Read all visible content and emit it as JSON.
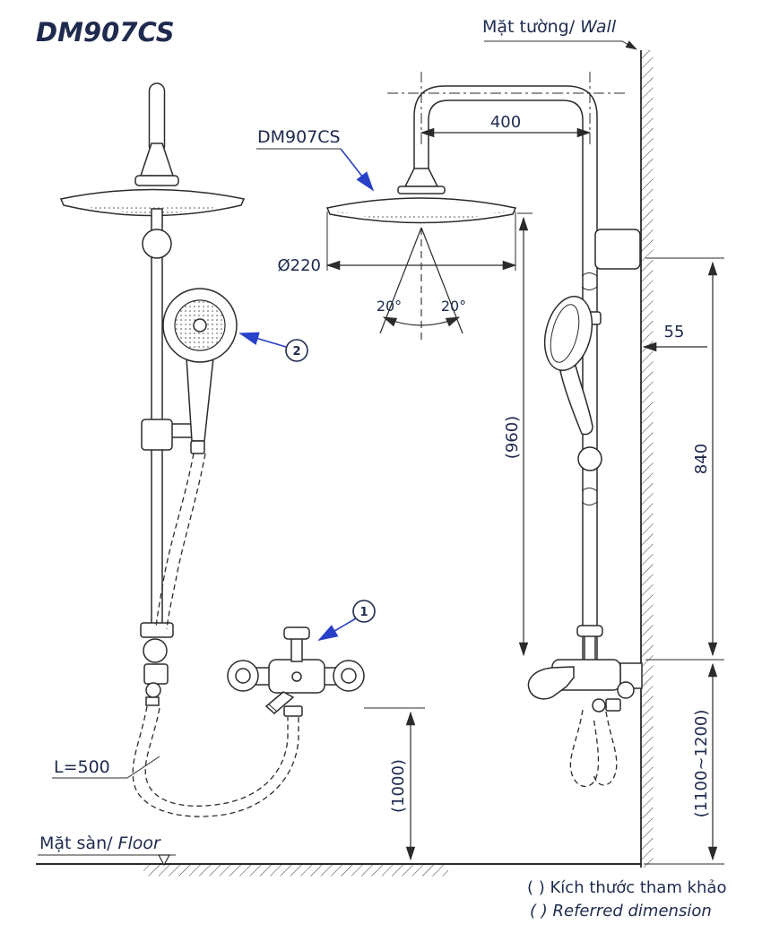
{
  "title": "DM907CS",
  "labels": {
    "wall_vi": "Mặt tường/",
    "wall_en": "Wall",
    "floor_vi": "Mặt sàn/",
    "floor_en": "Floor",
    "model_callout": "DM907CS",
    "hose_length": "L=500",
    "note_vi": "( ) Kích thước tham khảo",
    "note_en": "( ) Referred dimension"
  },
  "callouts": {
    "mixer": "1",
    "hand_shower": "2"
  },
  "dimensions": {
    "arm_span": "400",
    "head_diameter": "Ø220",
    "spray_angle_left": "20°",
    "spray_angle_right": "20°",
    "hanger_offset": "55",
    "column_height": "840",
    "head_to_mixer": "(960)",
    "mixer_to_floor": "(1000)",
    "install_height_range": "(1100~1200)"
  },
  "colors": {
    "line": "#2b2b2b",
    "text": "#1e2a4e",
    "arrow": "#2940c8"
  }
}
